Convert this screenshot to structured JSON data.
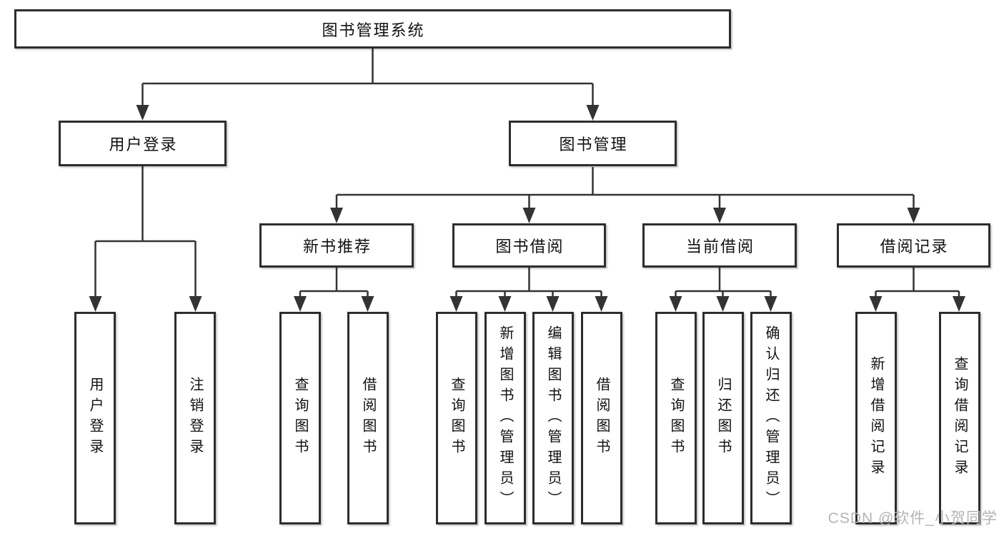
{
  "tree": {
    "label": "图书管理系统",
    "children": [
      {
        "label": "用户登录",
        "children": [
          {
            "label": "用户登录"
          },
          {
            "label": "注销登录"
          }
        ]
      },
      {
        "label": "图书管理",
        "children": [
          {
            "label": "新书推荐",
            "children": [
              {
                "label": "查询图书"
              },
              {
                "label": "借阅图书"
              }
            ]
          },
          {
            "label": "图书借阅",
            "children": [
              {
                "label": "查询图书"
              },
              {
                "label": "新增图书（管理员）"
              },
              {
                "label": "编辑图书（管理员）"
              },
              {
                "label": "借阅图书"
              }
            ]
          },
          {
            "label": "当前借阅",
            "children": [
              {
                "label": "查询图书"
              },
              {
                "label": "归还图书"
              },
              {
                "label": "确认归还（管理员）"
              }
            ]
          },
          {
            "label": "借阅记录",
            "children": [
              {
                "label": "新增借阅记录"
              },
              {
                "label": "查询借阅记录"
              }
            ]
          }
        ]
      }
    ]
  },
  "watermark": "CSDN @软件_小贺同学",
  "colors": {
    "background": "#ffffff",
    "box_fill": "#ffffff",
    "box_border": "#2d2d2d",
    "connector_line": "#333333",
    "text": "#111111",
    "watermark": "#b4b4b4"
  }
}
